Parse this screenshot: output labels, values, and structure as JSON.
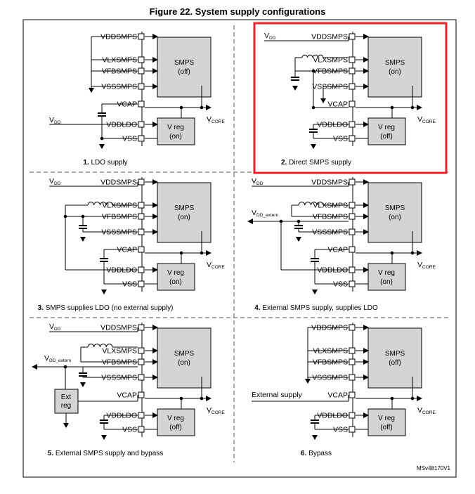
{
  "figure": {
    "title": "Figure 22. System supply configurations",
    "ref": "MSv48170V1"
  },
  "highlight_color": "#e0262c",
  "pins": {
    "vddsmps": "VDDSMPS",
    "vlxsmps": "VLXSMPS",
    "vfbsmps": "VFBSMPS",
    "vsssmps": "VSSSMPS",
    "vcap": "VCAP",
    "vddldo": "VDDLDO",
    "vss": "VSS"
  },
  "labels": {
    "vdd_main": "V",
    "vdd_sub": "DD",
    "vcore_main": "V",
    "vcore_sub": "CORE",
    "vddext_main": "V",
    "vddext_sub": "DD_extern",
    "external_supply": "External supply",
    "ext_reg_1": "Ext",
    "ext_reg_2": "reg",
    "smps": "SMPS",
    "vreg": "V reg"
  },
  "panels": [
    {
      "num": "1",
      "caption": "LDO supply",
      "smps_state": "(off)",
      "vreg_state": "(on)"
    },
    {
      "num": "2",
      "caption": "Direct SMPS supply",
      "smps_state": "(on)",
      "vreg_state": "(off)"
    },
    {
      "num": "3",
      "caption": "SMPS supplies LDO (no external supply)",
      "smps_state": "(on)",
      "vreg_state": "(on)"
    },
    {
      "num": "4",
      "caption": "External SMPS supply, supplies LDO",
      "smps_state": "(on)",
      "vreg_state": "(on)"
    },
    {
      "num": "5",
      "caption": "External SMPS supply and  bypass",
      "smps_state": "(on)",
      "vreg_state": "(off)"
    },
    {
      "num": "6",
      "caption": "Bypass",
      "smps_state": "(off)",
      "vreg_state": "(off)"
    }
  ]
}
